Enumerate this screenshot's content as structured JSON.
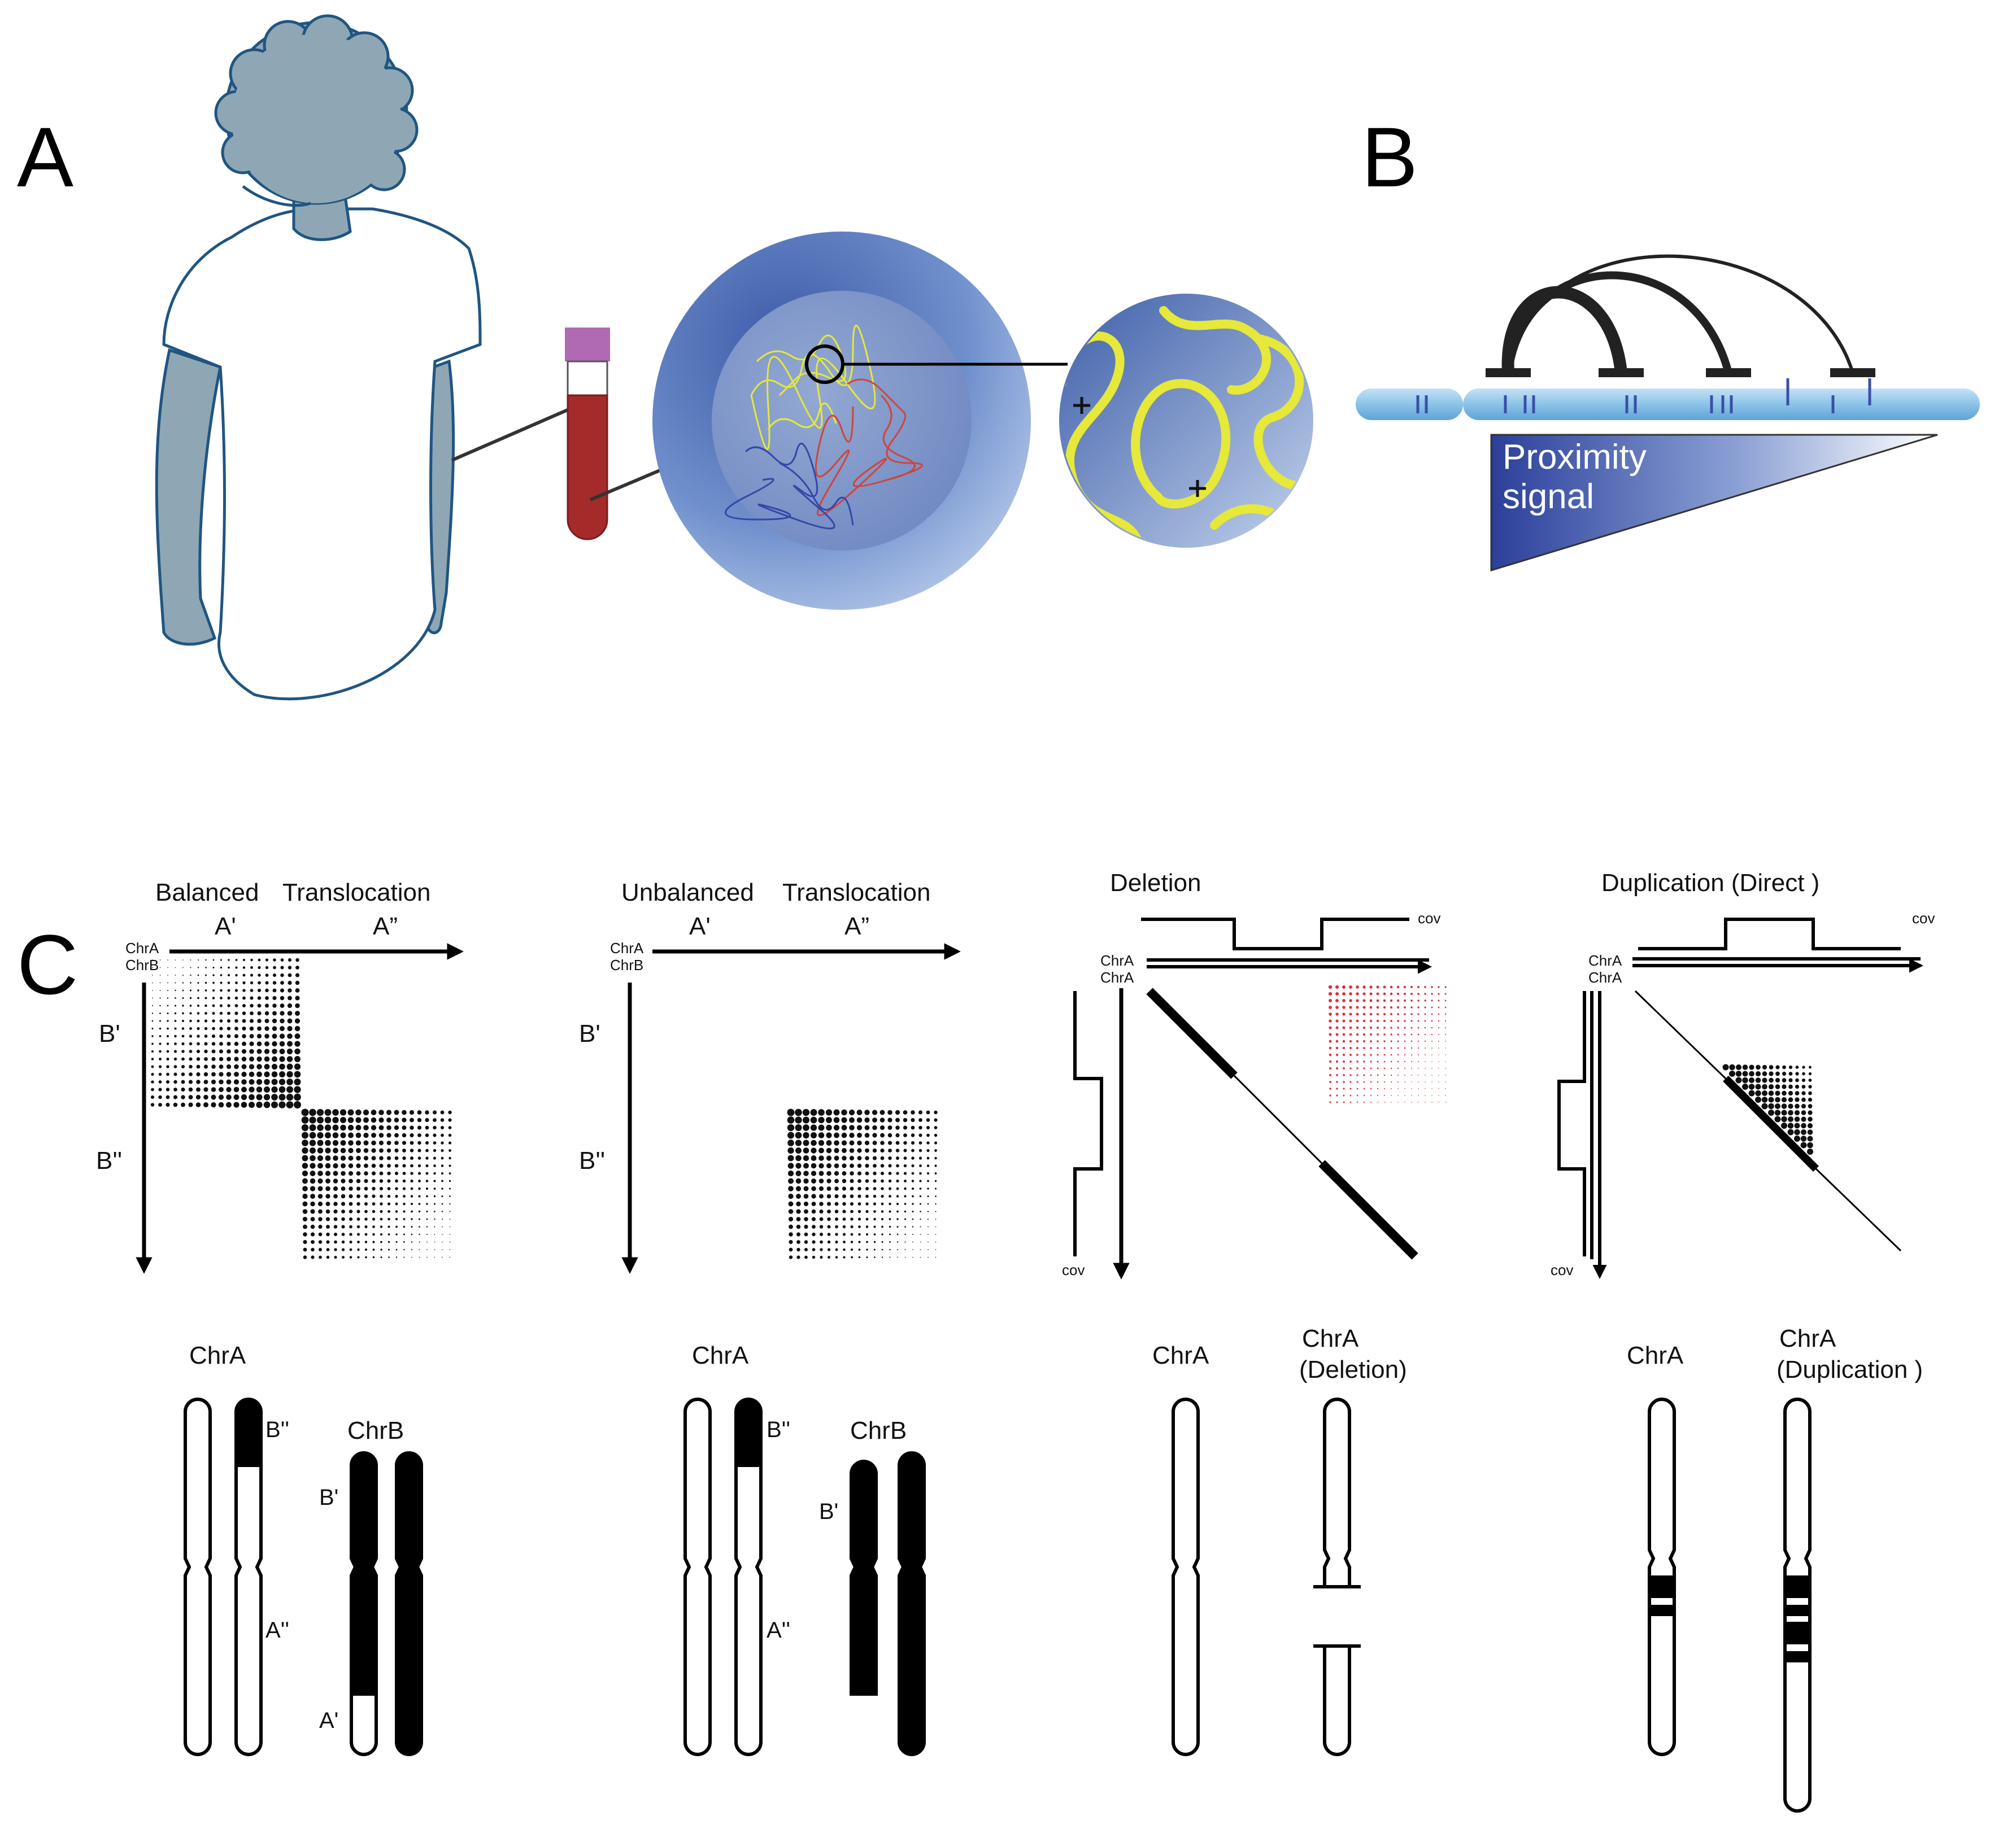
{
  "panels": {
    "a": {
      "letter": "A"
    },
    "b": {
      "letter": "B",
      "proximity_line1": "Proximity",
      "proximity_line2": "signal"
    },
    "c": {
      "letter": "C",
      "balanced": {
        "title_word1": "Balanced",
        "title_word2": "Translocation",
        "col1": "A'",
        "col2": "A”",
        "row1": "B'",
        "row2": "B''",
        "axis_label1": "ChrA",
        "axis_label2": "ChrB"
      },
      "unbalanced": {
        "title_word1": "Unbalanced",
        "title_word2": "Translocation",
        "col1": "A'",
        "col2": "A”",
        "row1": "B'",
        "row2": "B''",
        "axis_label1": "ChrA",
        "axis_label2": "ChrB"
      },
      "deletion": {
        "title": "Deletion",
        "cov_top": "cov",
        "cov_left": "cov",
        "axis_label1": "ChrA",
        "axis_label2": "ChrA"
      },
      "duplication": {
        "title": "Duplication (Direct )",
        "cov_top": "cov",
        "cov_left": "cov",
        "axis_label1": "ChrA",
        "axis_label2": "ChrA"
      },
      "karyotypes": {
        "balanced": {
          "chrA": "ChrA",
          "chrB": "ChrB",
          "b2": "B''",
          "b1": "B'",
          "a2": "A''",
          "a1": "A'"
        },
        "unbalanced": {
          "chrA": "ChrA",
          "chrB": "ChrB",
          "b2": "B''",
          "b1": "B'",
          "a2": "A''"
        },
        "deletion": {
          "chrA": "ChrA",
          "mut_line1": "ChrA",
          "mut_line2": "(Deletion)"
        },
        "duplication": {
          "chrA": "ChrA",
          "mut_line1": "ChrA",
          "mut_line2": "(Duplication )"
        }
      }
    }
  },
  "colors": {
    "person_skin": "#8fa7b4",
    "person_outline": "#1f5582",
    "blood": "#a52a2a",
    "tube_cap": "#b06ab3",
    "nucleus_blue": "#4a67ad",
    "chromatin_yellow": "#e6e83a",
    "chromosome_blue": "#8ec4e6",
    "dot_black": "#111111",
    "dot_red": "#e0303a"
  }
}
